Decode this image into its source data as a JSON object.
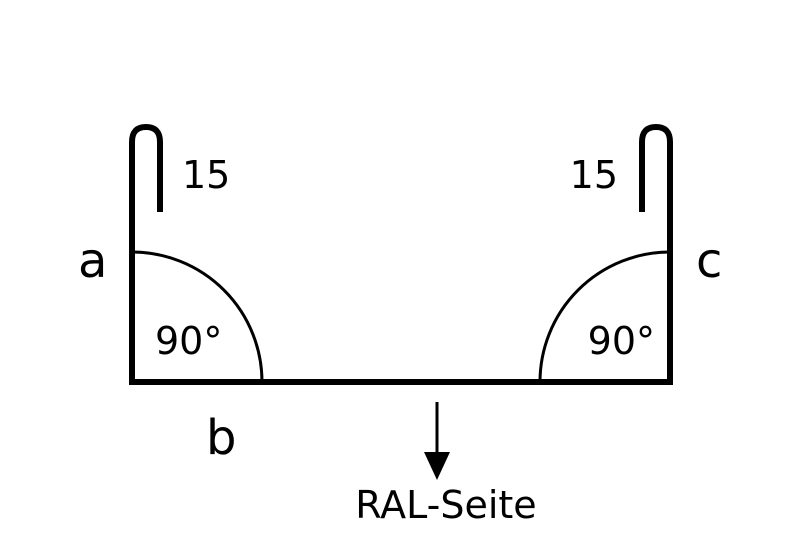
{
  "diagram": {
    "labels": {
      "side_a": "a",
      "side_b": "b",
      "side_c": "c",
      "hem_left": "15",
      "hem_right": "15",
      "angle_left": "90°",
      "angle_right": "90°",
      "ral_side": "RAL-Seite"
    },
    "colors": {
      "ink": "#000000",
      "background": "#ffffff"
    }
  }
}
